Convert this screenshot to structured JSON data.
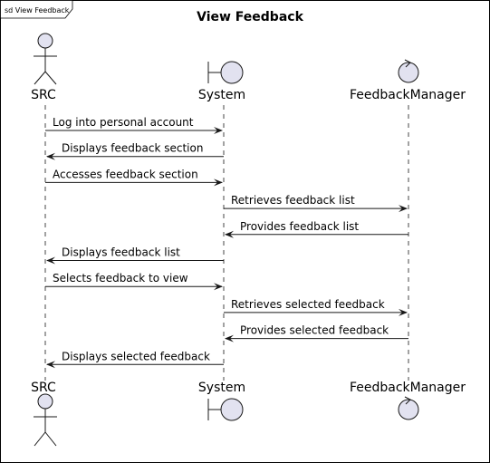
{
  "frame": {
    "label": "sd View Feedback",
    "title": "View Feedback"
  },
  "participants": [
    {
      "id": "src",
      "name": "SRC",
      "kind": "actor"
    },
    {
      "id": "system",
      "name": "System",
      "kind": "boundary"
    },
    {
      "id": "manager",
      "name": "FeedbackManager",
      "kind": "control"
    }
  ],
  "messages": [
    {
      "from": "src",
      "to": "system",
      "text": "Log into personal account"
    },
    {
      "from": "system",
      "to": "src",
      "text": "Displays feedback section"
    },
    {
      "from": "src",
      "to": "system",
      "text": "Accesses feedback section"
    },
    {
      "from": "system",
      "to": "manager",
      "text": "Retrieves feedback list"
    },
    {
      "from": "manager",
      "to": "system",
      "text": "Provides feedback list"
    },
    {
      "from": "system",
      "to": "src",
      "text": "Displays feedback list"
    },
    {
      "from": "src",
      "to": "system",
      "text": "Selects feedback to view"
    },
    {
      "from": "system",
      "to": "manager",
      "text": "Retrieves selected feedback"
    },
    {
      "from": "manager",
      "to": "system",
      "text": "Provides selected feedback"
    },
    {
      "from": "system",
      "to": "src",
      "text": "Displays selected feedback"
    }
  ],
  "colors": {
    "border": "#000000",
    "participant_fill": "#e2e2f0",
    "participant_stroke": "#181818",
    "lifeline": "#181818",
    "arrow": "#181818"
  }
}
